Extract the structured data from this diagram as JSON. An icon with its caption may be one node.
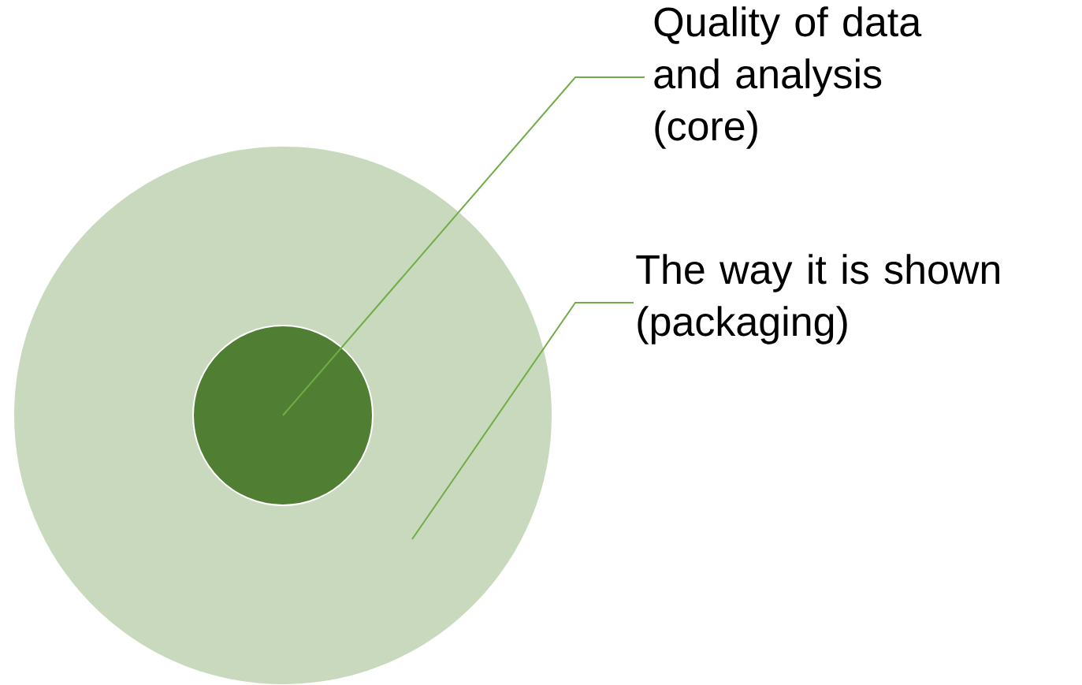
{
  "diagram": {
    "nodes": [
      {
        "text": [],
        "shape": "circle"
      },
      {
        "text": [],
        "shape": "circle",
        "in": 0
      },
      {
        "text": [
          "Quality of data and analysis (core)"
        ]
      },
      {
        "text": [
          "The way it is shown (packaging)"
        ]
      }
    ],
    "edges": [
      {
        "from": 2,
        "to": 1,
        "arrow": "none"
      },
      {
        "from": 3,
        "to": 0,
        "arrow": "none"
      }
    ]
  }
}
